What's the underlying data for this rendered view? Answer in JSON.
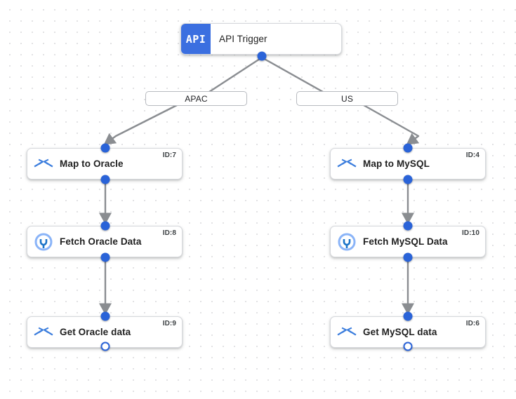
{
  "canvas": {
    "background": "#ffffff",
    "dot_color": "#e2e2e4",
    "accent": "#2a63d8",
    "trigger_accent": "#3b6fe0",
    "edge_color": "#8a8d91"
  },
  "trigger": {
    "icon_text": "API",
    "icon_name": "api-icon",
    "label": "API Trigger"
  },
  "branches": [
    {
      "label": "APAC"
    },
    {
      "label": "US"
    }
  ],
  "nodes": [
    {
      "label": "Map to Oracle",
      "id_badge": "ID:7",
      "icon": "map-transform-icon"
    },
    {
      "label": "Fetch Oracle Data",
      "id_badge": "ID:8",
      "icon": "connector-plug-icon"
    },
    {
      "label": "Get Oracle data",
      "id_badge": "ID:9",
      "icon": "map-transform-icon"
    },
    {
      "label": "Map to MySQL",
      "id_badge": "ID:4",
      "icon": "map-transform-icon"
    },
    {
      "label": "Fetch MySQL Data",
      "id_badge": "ID:10",
      "icon": "connector-plug-icon"
    },
    {
      "label": "Get MySQL data",
      "id_badge": "ID:6",
      "icon": "map-transform-icon"
    }
  ]
}
